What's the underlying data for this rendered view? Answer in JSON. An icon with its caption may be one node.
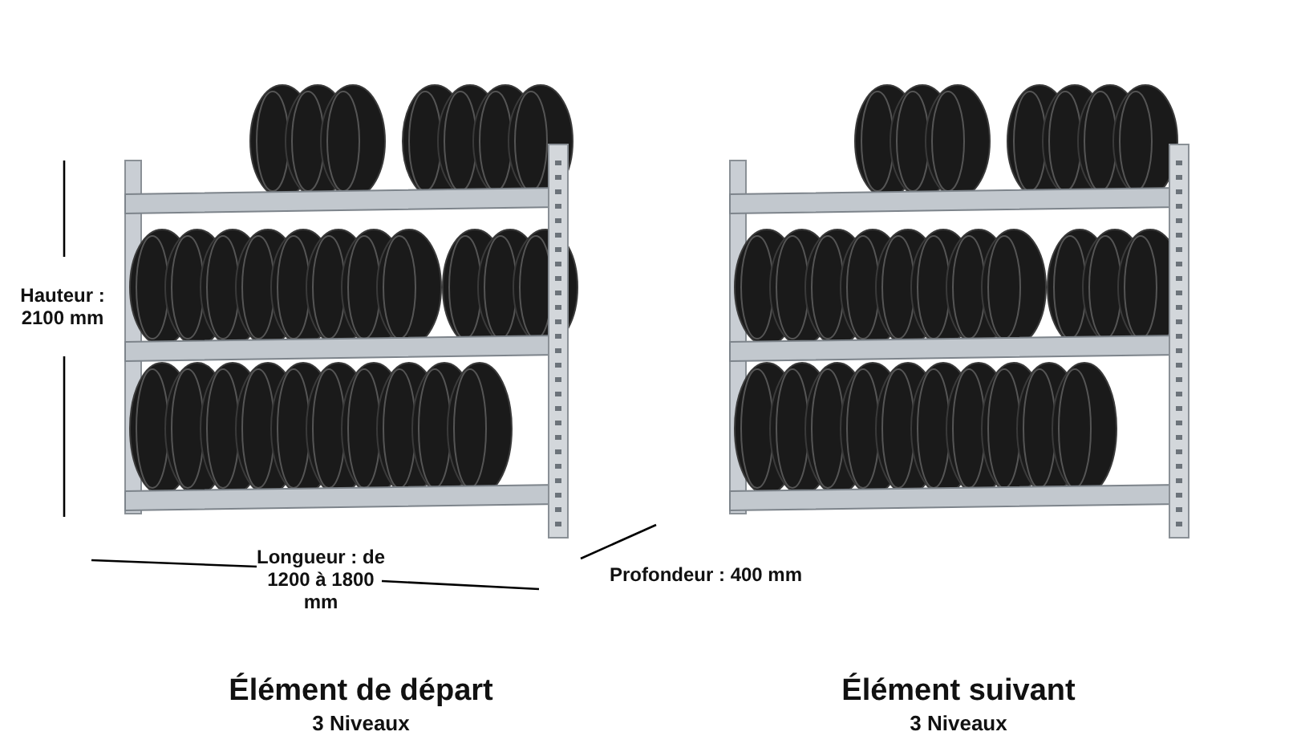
{
  "diagram": {
    "labels": [
      "Hauteur : 2100 mm",
      "Longueur : de 1200 à 1800 mm",
      "Profondeur : 400 mm",
      "Élément de départ",
      "3 Niveaux",
      "Élément suivant",
      "3 Niveaux"
    ]
  }
}
